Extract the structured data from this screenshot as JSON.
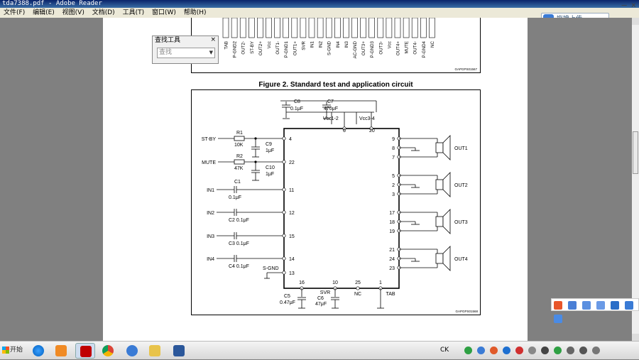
{
  "window": {
    "title": "tda7388.pdf - Adobe Reader"
  },
  "menu": [
    "文件(F)",
    "编辑(E)",
    "视图(V)",
    "文档(D)",
    "工具(T)",
    "窗口(W)",
    "帮助(H)"
  ],
  "upload_button": {
    "label": "拖拽上传"
  },
  "finder": {
    "title": "查找工具",
    "close": "×",
    "placeholder": "查找"
  },
  "figure": {
    "title": "Figure 2. Standard test and application circuit",
    "code_top": "GAPGPS01567",
    "code_bottom": "GAPGPS01568"
  },
  "pinout": [
    "TAB",
    "P-GND2",
    "OUT2-",
    "ST-BY",
    "OUT2+",
    "Vcc",
    "OUT1-",
    "P-GND1",
    "OUT1+",
    "SVR",
    "IN1",
    "IN2",
    "S-GND",
    "IN4",
    "IN3",
    "AC-GND",
    "OUT3+",
    "P-GND3",
    "OUT3-",
    "Vcc",
    "OUT4+",
    "MUTE",
    "OUT4-",
    "P-GND4",
    "NC"
  ],
  "circuit": {
    "top_caps": [
      {
        "name": "C8",
        "value": "0.1μF"
      },
      {
        "name": "C7",
        "value": "470μF"
      }
    ],
    "vcc": [
      {
        "label": "Vcc1-2",
        "pin": "6"
      },
      {
        "label": "Vcc3-4",
        "pin": "20"
      }
    ],
    "left_inputs": [
      {
        "label": "ST-BY",
        "pin": "4",
        "res": "R1",
        "res_val": "10K",
        "cap": "C9",
        "cap_val": "1μF"
      },
      {
        "label": "MUTE",
        "pin": "22",
        "res": "R2",
        "res_val": "47K",
        "cap": "C10",
        "cap_val": "1μF"
      }
    ],
    "audio_inputs": [
      {
        "label": "IN1",
        "pin": "11",
        "cap_top": "C1",
        "cap_bottom": "0.1μF"
      },
      {
        "label": "IN2",
        "pin": "12",
        "cap_top": "",
        "cap_bottom": "C2 0.1μF"
      },
      {
        "label": "IN3",
        "pin": "15",
        "cap_top": "",
        "cap_bottom": "C3 0.1μF"
      },
      {
        "label": "IN4",
        "pin": "14",
        "cap_top": "",
        "cap_bottom": "C4 0.1μF"
      }
    ],
    "sgnd": {
      "label": "S-GND",
      "pin": "13"
    },
    "outputs": [
      {
        "name": "OUT1",
        "pins": [
          "9",
          "8",
          "7"
        ]
      },
      {
        "name": "OUT2",
        "pins": [
          "5",
          "2",
          "3"
        ]
      },
      {
        "name": "OUT3",
        "pins": [
          "17",
          "18",
          "19"
        ]
      },
      {
        "name": "OUT4",
        "pins": [
          "21",
          "24",
          "23"
        ]
      }
    ],
    "bottom": [
      {
        "pin": "16",
        "name": "C5",
        "value": "0.47μF",
        "label": ""
      },
      {
        "pin": "10",
        "name": "C6",
        "value": "47μF",
        "label": "SVR"
      },
      {
        "pin": "25",
        "name": "",
        "value": "",
        "label": "NC"
      },
      {
        "pin": "1",
        "name": "",
        "value": "",
        "label": "TAB"
      }
    ]
  },
  "taskbar": {
    "start": "开始",
    "ime": "CK"
  }
}
